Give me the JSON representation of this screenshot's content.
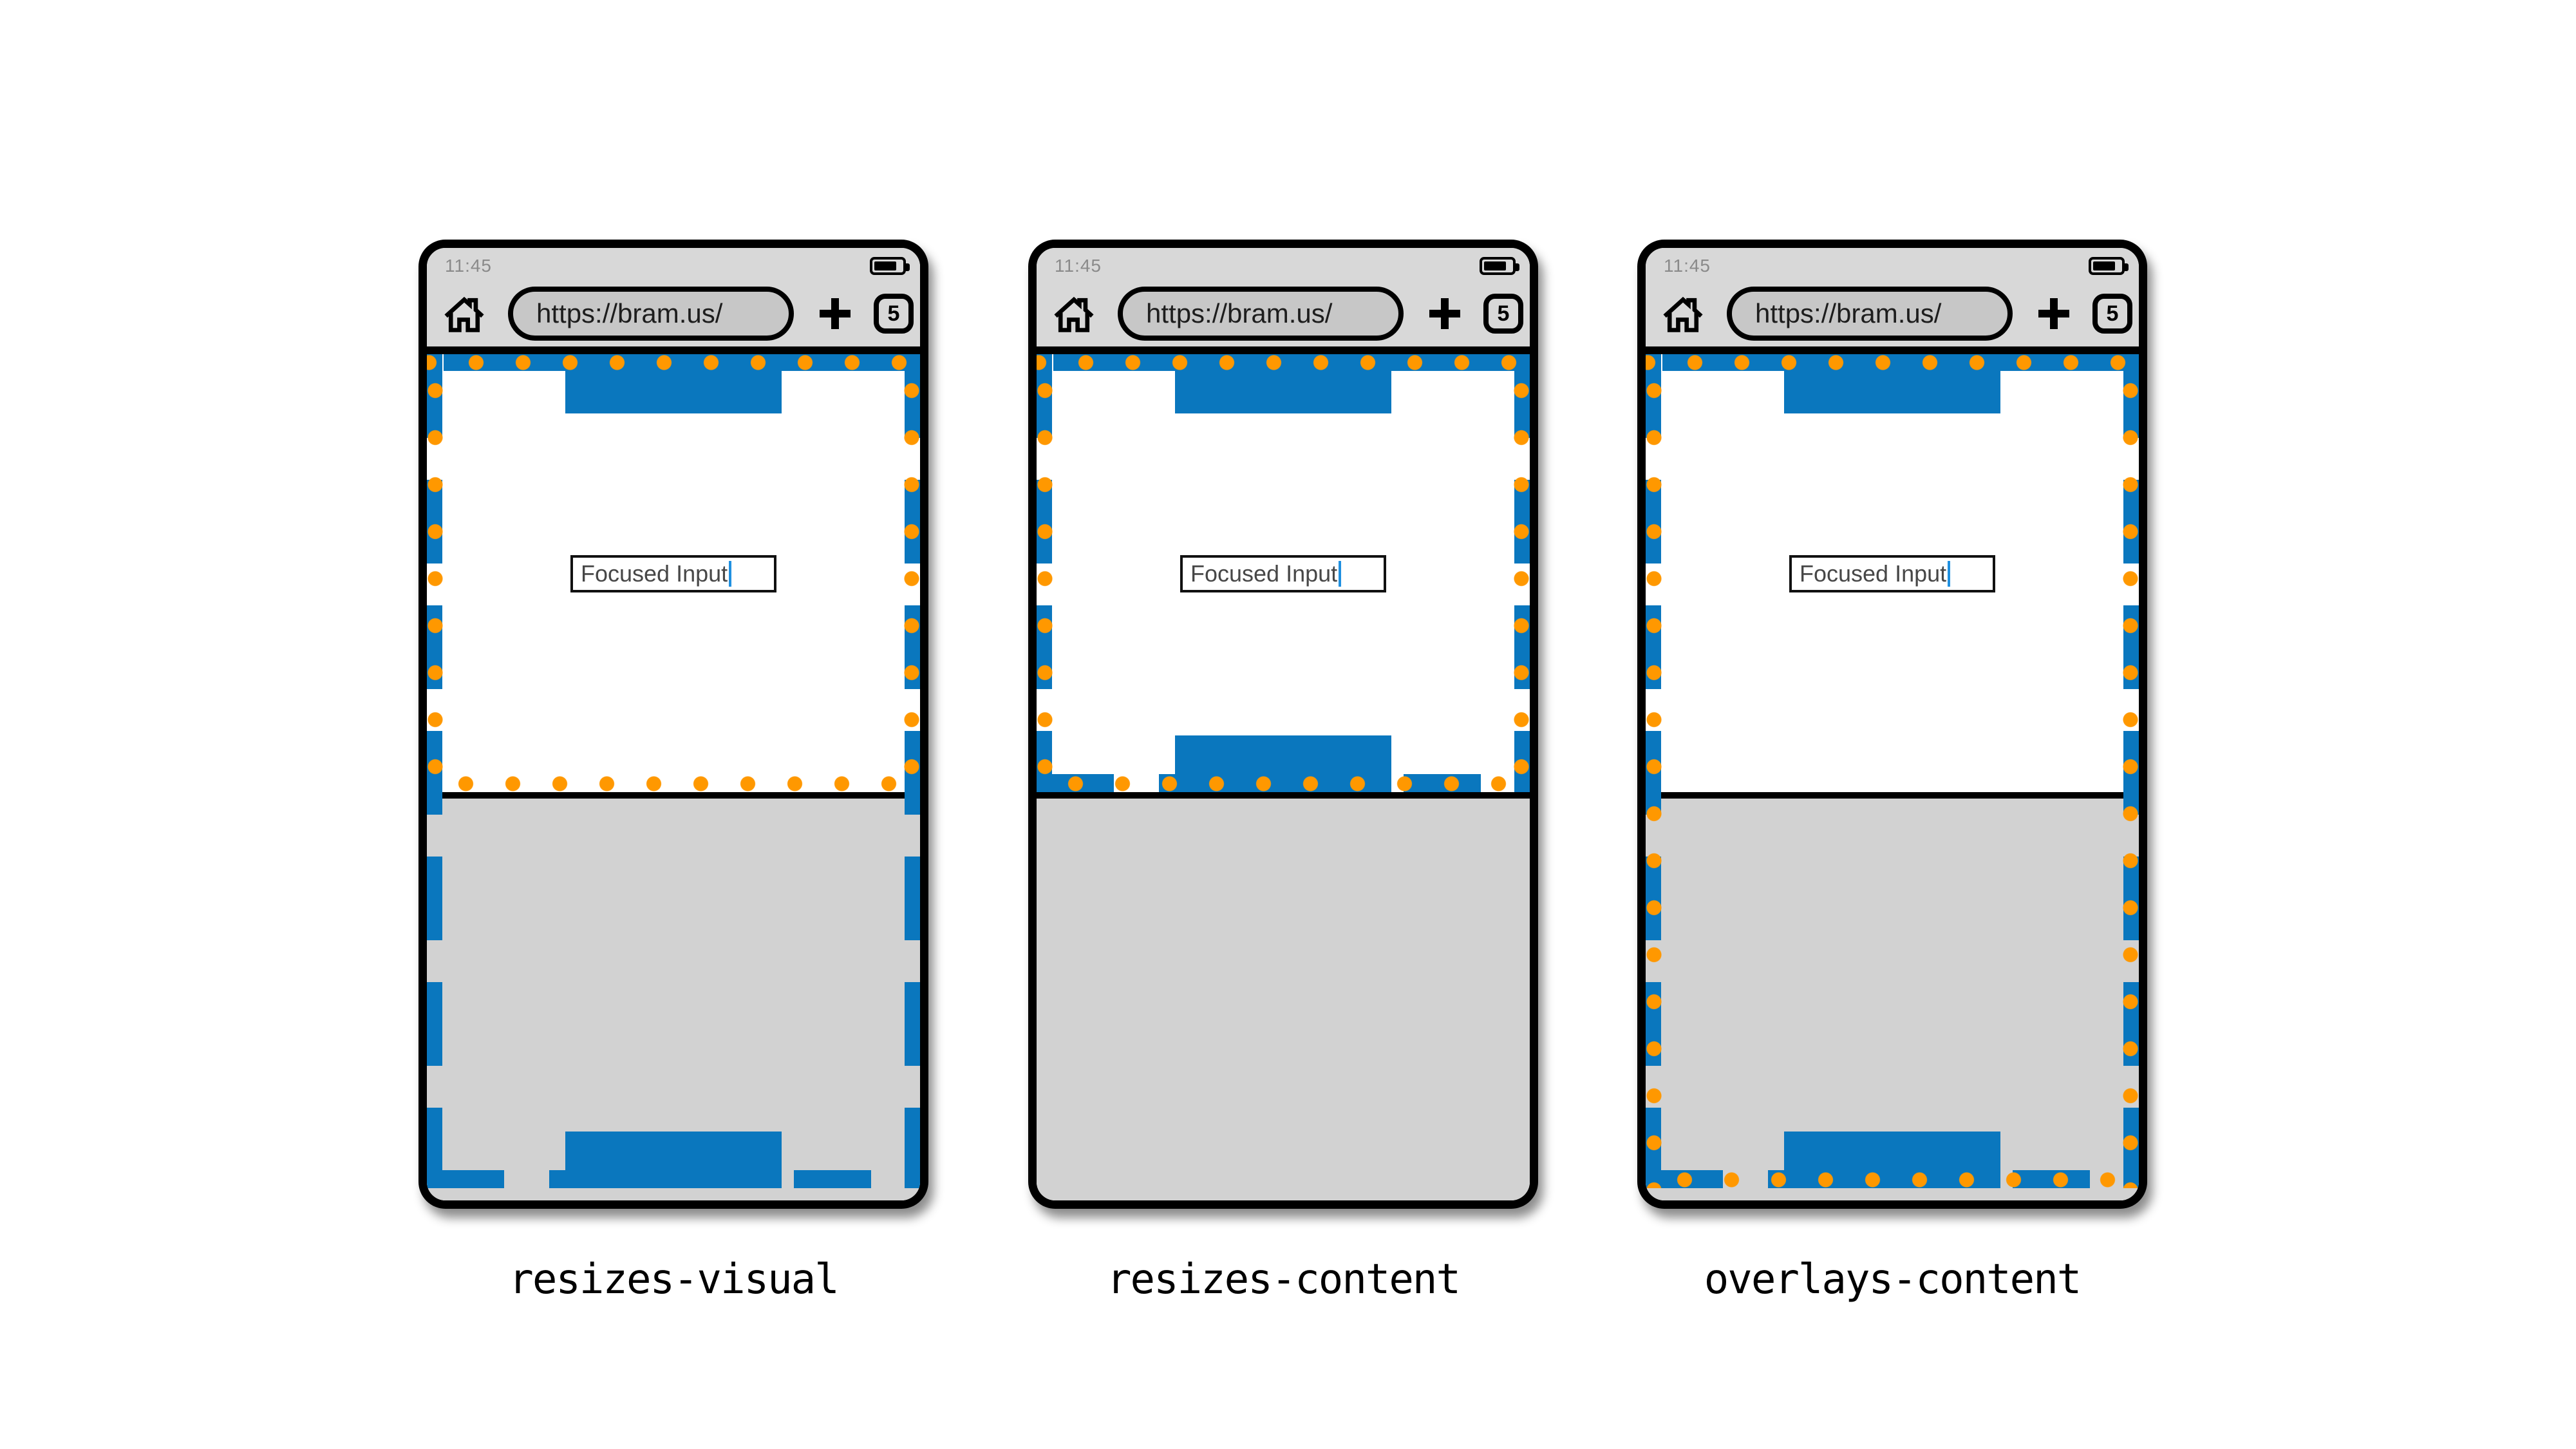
{
  "colors": {
    "blue": "#0a77be",
    "orange": "#ff9800",
    "chrome_gray": "#d8d8d8",
    "keyboard_gray": "#d2d2d2",
    "pill_gray": "#c7c7c7",
    "caret_blue": "#2090e0",
    "frame_black": "#000000"
  },
  "status_bar": {
    "time": "11:45",
    "battery_icon": "battery-icon"
  },
  "toolbar": {
    "home_icon": "home-icon",
    "url": "https://bram.us/",
    "new_tab_icon": "plus-icon",
    "tab_count": "5"
  },
  "webpage": {
    "input_value": "Focused Input"
  },
  "phones": [
    {
      "label": "resizes-visual"
    },
    {
      "label": "resizes-content"
    },
    {
      "label": "overlays-content"
    }
  ]
}
